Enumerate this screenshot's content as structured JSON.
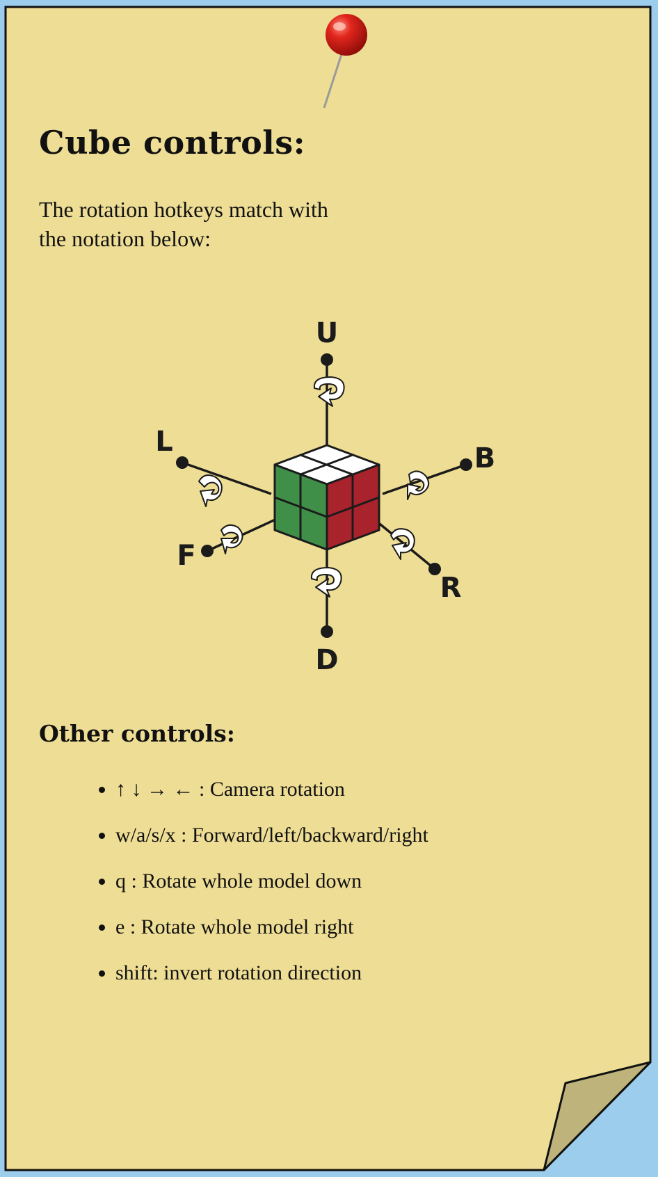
{
  "note": {
    "title": "Cube controls:",
    "intro": "The rotation hotkeys match with the notation below:",
    "diagram": {
      "labels": {
        "U": "U",
        "D": "D",
        "L": "L",
        "R": "R",
        "F": "F",
        "B": "B"
      },
      "colors": {
        "top": "#ffffff",
        "left": "#3f8f48",
        "right": "#a9232c",
        "line": "#1b1b1b"
      }
    },
    "other_title": "Other controls:",
    "controls": [
      "↑ ↓ → ← : Camera rotation",
      "w/a/s/x : Forward/left/backward/right",
      "q : Rotate whole model down",
      "e : Rotate whole model right",
      "shift: invert rotation direction"
    ],
    "colors": {
      "paper": "#eedd94",
      "curl": "#bdb37b",
      "background": "#9ccdec",
      "pin": "#cc1a14"
    }
  }
}
